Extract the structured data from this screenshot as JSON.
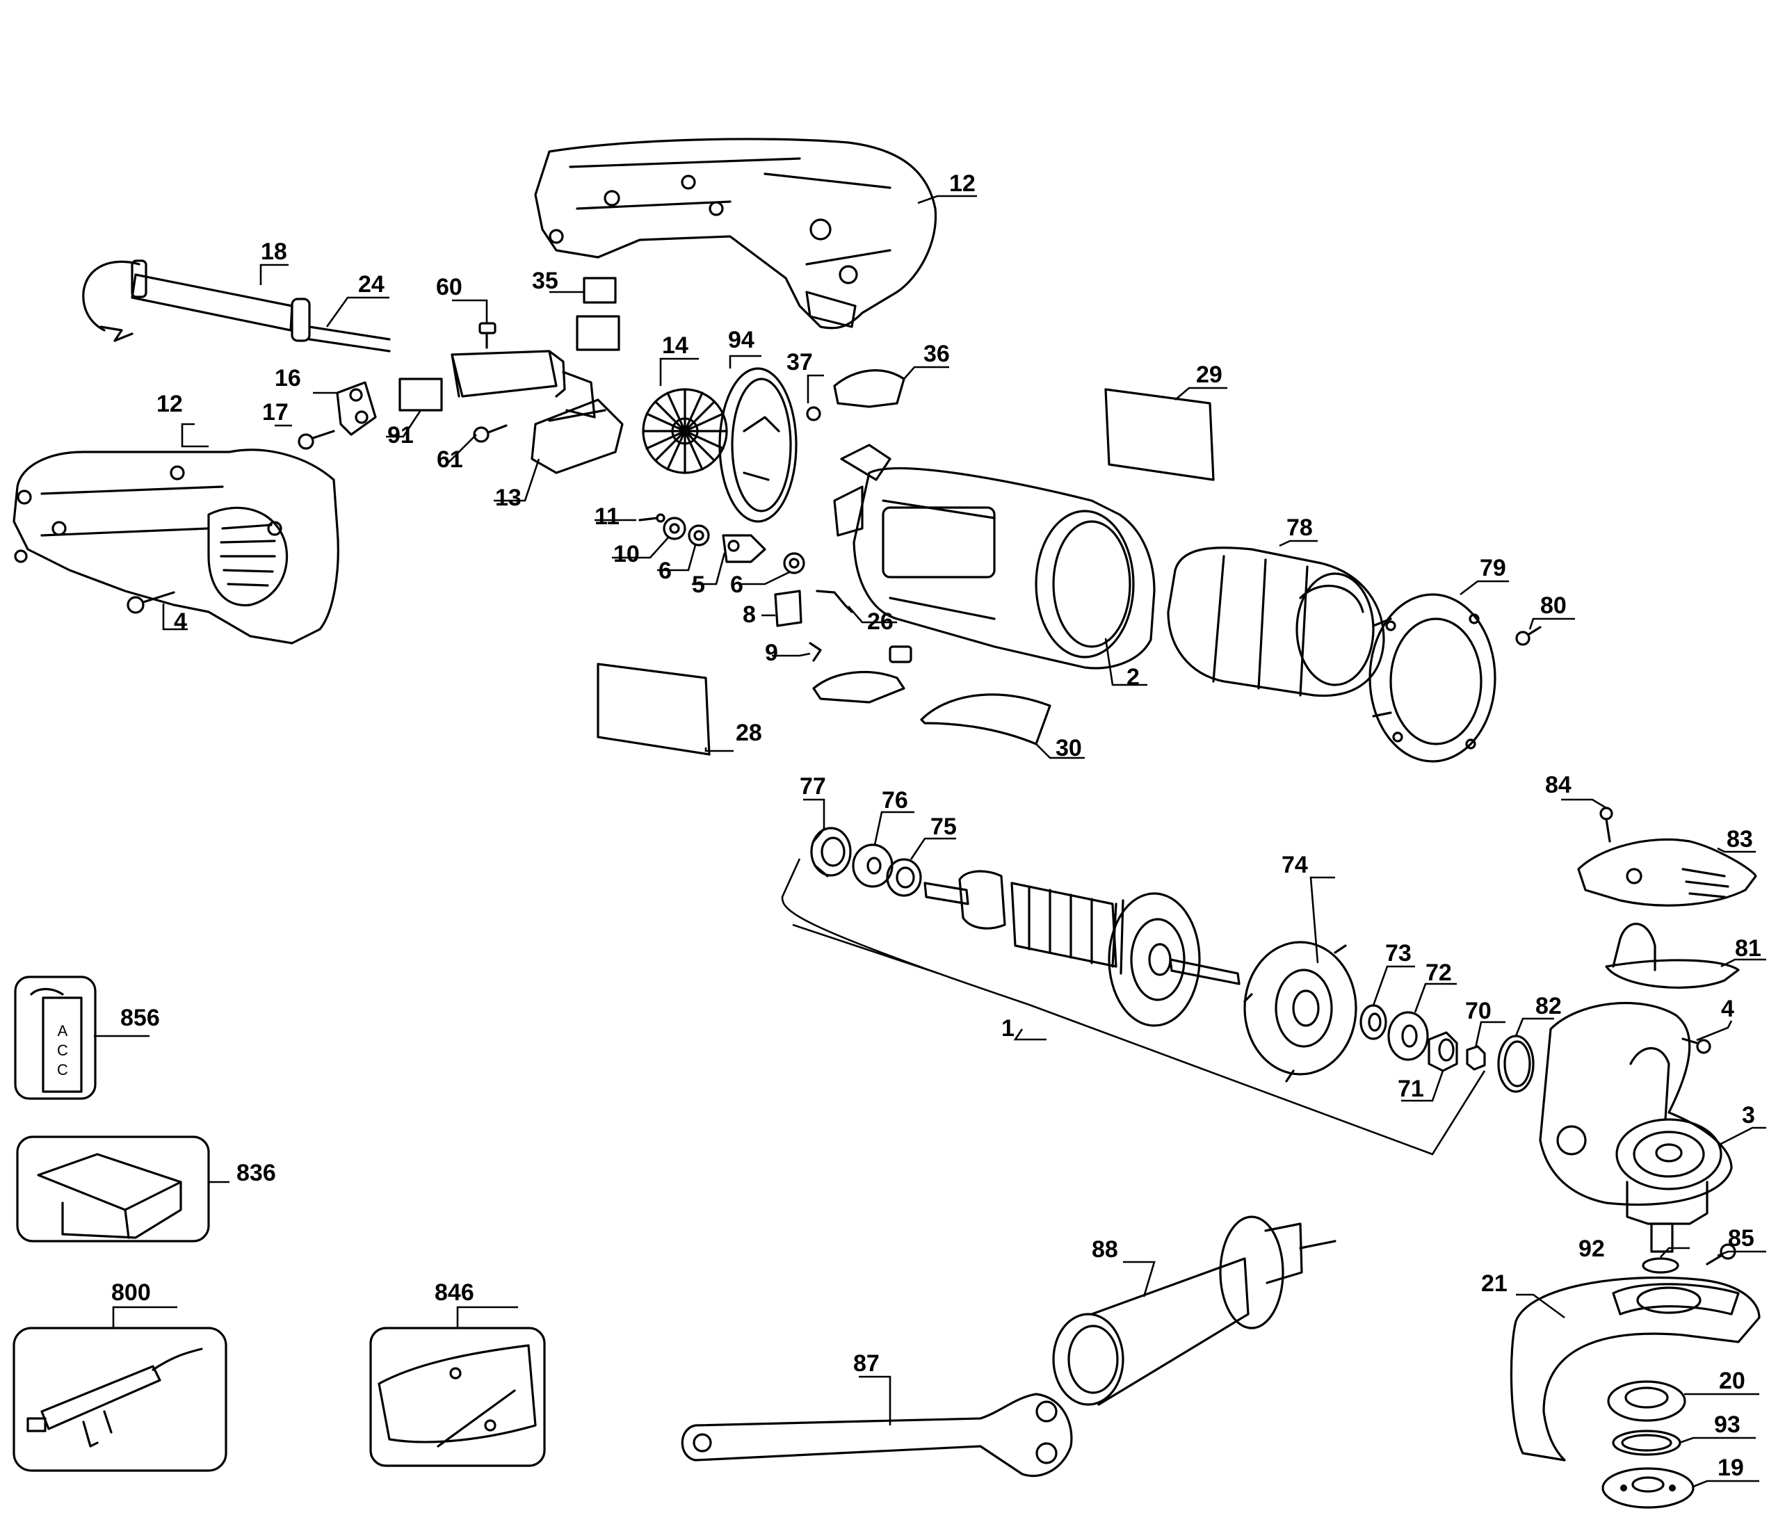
{
  "callouts": [
    {
      "id": "c12a",
      "label": "12"
    },
    {
      "id": "c18",
      "label": "18"
    },
    {
      "id": "c24",
      "label": "24"
    },
    {
      "id": "c60",
      "label": "60"
    },
    {
      "id": "c35",
      "label": "35"
    },
    {
      "id": "c14",
      "label": "14"
    },
    {
      "id": "c94",
      "label": "94"
    },
    {
      "id": "c37",
      "label": "37"
    },
    {
      "id": "c36",
      "label": "36"
    },
    {
      "id": "c29",
      "label": "29"
    },
    {
      "id": "c16",
      "label": "16"
    },
    {
      "id": "c12b",
      "label": "12"
    },
    {
      "id": "c17",
      "label": "17"
    },
    {
      "id": "c91",
      "label": "91"
    },
    {
      "id": "c61",
      "label": "61"
    },
    {
      "id": "c13",
      "label": "13"
    },
    {
      "id": "c11",
      "label": "11"
    },
    {
      "id": "c10",
      "label": "10"
    },
    {
      "id": "c6a",
      "label": "6"
    },
    {
      "id": "c5",
      "label": "5"
    },
    {
      "id": "c6b",
      "label": "6"
    },
    {
      "id": "c78",
      "label": "78"
    },
    {
      "id": "c79",
      "label": "79"
    },
    {
      "id": "c80",
      "label": "80"
    },
    {
      "id": "c4a",
      "label": "4"
    },
    {
      "id": "c8",
      "label": "8"
    },
    {
      "id": "c26",
      "label": "26"
    },
    {
      "id": "c9",
      "label": "9"
    },
    {
      "id": "c2",
      "label": "2"
    },
    {
      "id": "c28",
      "label": "28"
    },
    {
      "id": "c30",
      "label": "30"
    },
    {
      "id": "c77",
      "label": "77"
    },
    {
      "id": "c76",
      "label": "76"
    },
    {
      "id": "c75",
      "label": "75"
    },
    {
      "id": "c84",
      "label": "84"
    },
    {
      "id": "c83",
      "label": "83"
    },
    {
      "id": "c74",
      "label": "74"
    },
    {
      "id": "c73",
      "label": "73"
    },
    {
      "id": "c72",
      "label": "72"
    },
    {
      "id": "c70",
      "label": "70"
    },
    {
      "id": "c82",
      "label": "82"
    },
    {
      "id": "c81",
      "label": "81"
    },
    {
      "id": "c856",
      "label": "856"
    },
    {
      "id": "c1",
      "label": "1"
    },
    {
      "id": "c71",
      "label": "71"
    },
    {
      "id": "c4b",
      "label": "4"
    },
    {
      "id": "c3",
      "label": "3"
    },
    {
      "id": "c836",
      "label": "836"
    },
    {
      "id": "c85",
      "label": "85"
    },
    {
      "id": "c92",
      "label": "92"
    },
    {
      "id": "c88",
      "label": "88"
    },
    {
      "id": "c21",
      "label": "21"
    },
    {
      "id": "c800",
      "label": "800"
    },
    {
      "id": "c846",
      "label": "846"
    },
    {
      "id": "c87",
      "label": "87"
    },
    {
      "id": "c20",
      "label": "20"
    },
    {
      "id": "c93",
      "label": "93"
    },
    {
      "id": "c19",
      "label": "19"
    }
  ],
  "acc_box_text": [
    "A",
    "C",
    "C"
  ]
}
